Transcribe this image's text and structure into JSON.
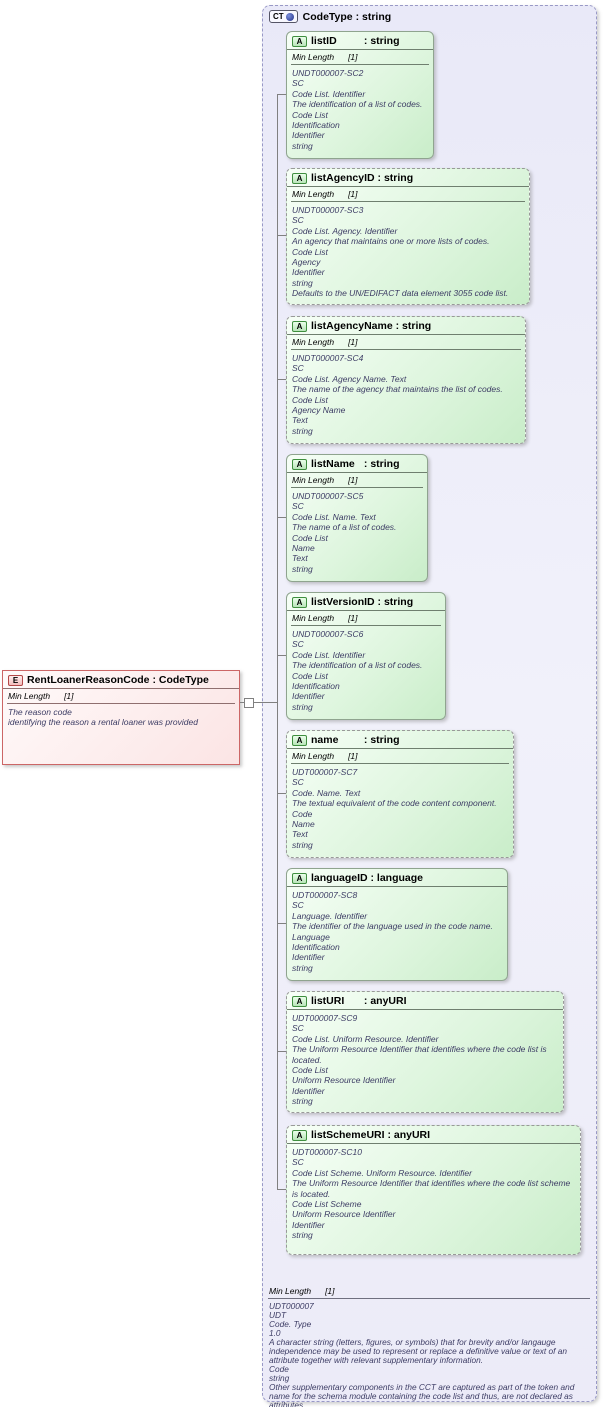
{
  "element": {
    "badge": "E",
    "name": "RentLoanerReasonCode",
    "type_label": " : CodeType",
    "facet_label": "Min Length",
    "facet_value": "[1]",
    "description_lines": [
      "The reason code",
      "identifying the reason a rental loaner was provided"
    ]
  },
  "ct": {
    "badge": "CT",
    "name": "CodeType",
    "type_label": " : string",
    "attributes": [
      {
        "badge": "A",
        "name": "listID",
        "type_label": " : string",
        "facet_label": "Min Length",
        "facet_value": "[1]",
        "lines": [
          "UNDT000007-SC2",
          "SC",
          "Code List. Identifier",
          "The identification of a list of codes.",
          "Code List",
          "Identification",
          "Identifier",
          "string"
        ]
      },
      {
        "badge": "A",
        "name": "listAgencyID",
        "type_label": " : string",
        "facet_label": "Min Length",
        "facet_value": "[1]",
        "lines": [
          "UNDT000007-SC3",
          "SC",
          "Code List. Agency. Identifier",
          "An agency that maintains one or more lists of codes.",
          "Code List",
          "Agency",
          "Identifier",
          "string",
          "Defaults to the UN/EDIFACT data element 3055 code list."
        ]
      },
      {
        "badge": "A",
        "name": "listAgencyName",
        "type_label": " : string",
        "facet_label": "Min Length",
        "facet_value": "[1]",
        "lines": [
          "UNDT000007-SC4",
          "SC",
          "Code List. Agency Name. Text",
          "The name of the agency that maintains the list of codes.",
          "Code List",
          "Agency Name",
          "Text",
          "string"
        ]
      },
      {
        "badge": "A",
        "name": "listName",
        "type_label": " : string",
        "facet_label": "Min Length",
        "facet_value": "[1]",
        "lines": [
          "UNDT000007-SC5",
          "SC",
          "Code List. Name. Text",
          "The name of a list of codes.",
          "Code List",
          "Name",
          "Text",
          "string"
        ]
      },
      {
        "badge": "A",
        "name": "listVersionID",
        "type_label": " : string",
        "facet_label": "Min Length",
        "facet_value": "[1]",
        "lines": [
          "UNDT000007-SC6",
          "SC",
          "Code List. Identifier",
          "The identification of a list of codes.",
          "Code List",
          "Identification",
          "Identifier",
          "string"
        ]
      },
      {
        "badge": "A",
        "name": "name",
        "type_label": " : string",
        "facet_label": "Min Length",
        "facet_value": "[1]",
        "lines": [
          "UDT000007-SC7",
          "SC",
          "Code. Name. Text",
          "The textual equivalent of the code content component.",
          "Code",
          "Name",
          "Text",
          "string"
        ]
      },
      {
        "badge": "A",
        "name": "languageID",
        "type_label": " : language",
        "lines": [
          "UDT000007-SC8",
          "SC",
          "Language. Identifier",
          "The identifier of the language used in the code name.",
          "Language",
          "Identification",
          "Identifier",
          "string"
        ]
      },
      {
        "badge": "A",
        "name": "listURI",
        "type_label": " : anyURI",
        "lines": [
          "UDT000007-SC9",
          "SC",
          "Code List. Uniform Resource. Identifier",
          "The Uniform Resource Identifier that identifies where the code list is located.",
          "Code List",
          "Uniform Resource Identifier",
          "Identifier",
          "string"
        ]
      },
      {
        "badge": "A",
        "name": "listSchemeURI",
        "type_label": " : anyURI",
        "lines": [
          "UDT000007-SC10",
          "SC",
          "Code List Scheme. Uniform Resource. Identifier",
          "The Uniform Resource Identifier that identifies where the code list scheme is located.",
          "Code List Scheme",
          "Uniform Resource Identifier",
          "Identifier",
          "string"
        ]
      }
    ],
    "footer": {
      "facet_label": "Min Length",
      "facet_value": "[1]",
      "lines": [
        "UDT000007",
        "UDT",
        "Code. Type",
        "1.0",
        "A character string (letters, figures, or symbols) that for brevity and/or langauge independence may be used to represent or replace a definitive value or text of an attribute together with relevant supplementary information.",
        "Code",
        "string",
        "Other supplementary components in the CCT are captured as part of the token and name for the schema module containing the code list and thus, are not declared as attributes."
      ]
    }
  }
}
